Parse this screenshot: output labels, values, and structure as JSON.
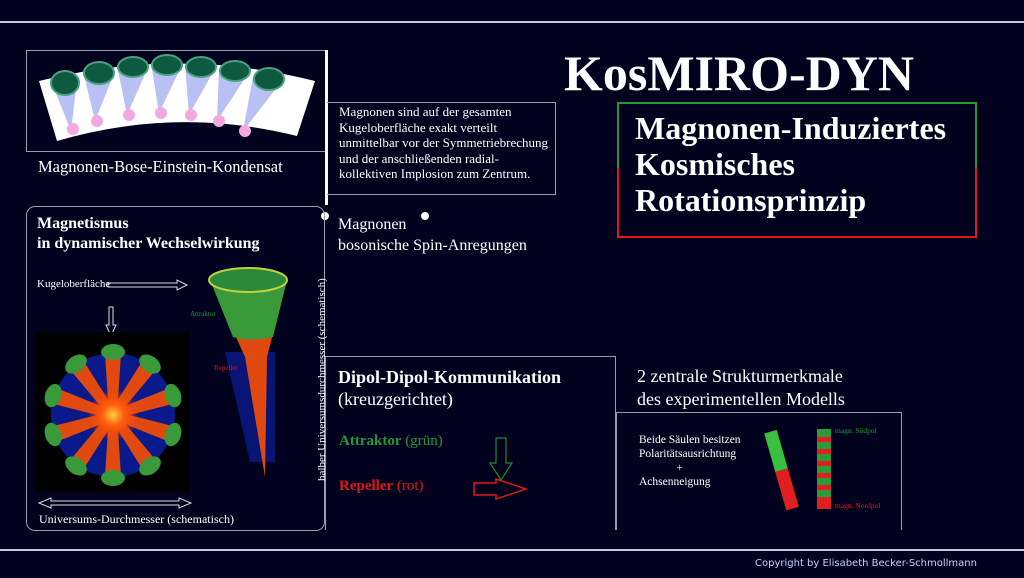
{
  "title": "KosMIRO-DYN",
  "subtitle_lines": [
    "Magnonen-Induziertes",
    "Kosmisches",
    "Rotationsprinzip"
  ],
  "bec": {
    "caption": "Magnonen-Bose-Einstein-Kondensat",
    "description": "Magnonen sind auf der gesamten Kugeloberfläche exakt verteilt unmittelbar vor der Symmetriebrechung und der anschließenden radial-kollektiven Implosion zum Zentrum."
  },
  "magnons": {
    "line1": "Magnonen",
    "line2": "bosonische Spin-Anregungen"
  },
  "magnetism": {
    "heading1": "Magnetismus",
    "heading2": "in dynamischer Wechselwirkung",
    "sphere_label": "Kugeloberfläche",
    "attractor_label": "Attraktor",
    "repeller_label": "Repeller",
    "vertical_label": "halber Universumsdurchmesser (schematisch)",
    "diameter_label": "Universums-Durchmesser (schematisch)"
  },
  "dipole": {
    "heading": "Dipol-Dipol-Kommunikation",
    "sub": "(kreuzgerichtet)",
    "attractor": "Attraktor",
    "attractor_note": "(grün)",
    "repeller": "Repeller",
    "repeller_note": "(rot)"
  },
  "features": {
    "heading1": "2 zentrale Strukturmerkmale",
    "heading2": "des experimentellen Modells",
    "line1": "Beide Säulen besitzen",
    "line2": "Polaritätsausrichtung",
    "plus": "+",
    "line3": "Achsenneigung",
    "south": "magn. Südpol",
    "north": "magn. Nordpol"
  },
  "copyright": "Copyright by Elisabeth Becker-Schmollmann",
  "colors": {
    "background": "#02021e",
    "green": "#1e9a3a",
    "red": "#e01818"
  }
}
